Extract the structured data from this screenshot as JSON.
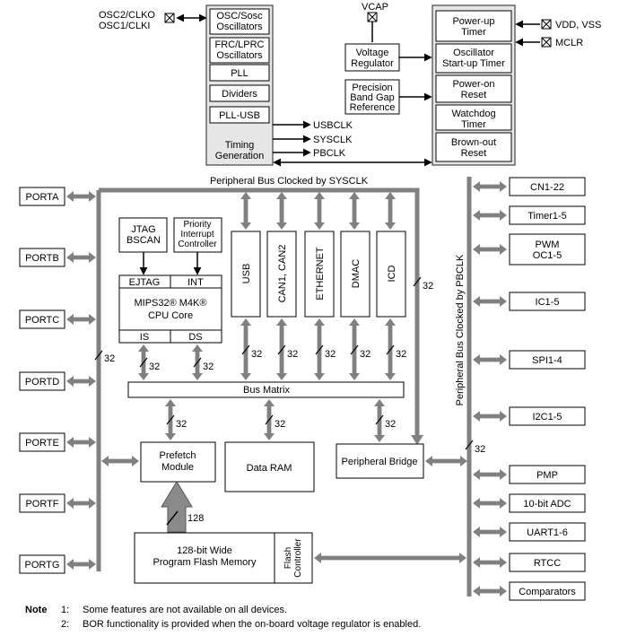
{
  "clock": {
    "osc_pins": [
      "OSC2/CLKO",
      "OSC1/CLKI"
    ],
    "blocks": [
      "OSC/Sosc Oscillators",
      "FRC/LPRC Oscillators",
      "PLL",
      "Dividers",
      "PLL-USB",
      "Timing Generation"
    ],
    "outputs": [
      "USBCLK",
      "SYSCLK",
      "PBCLK"
    ]
  },
  "power": {
    "vcap": "VCAP",
    "voltage_regulator": "Voltage Regulator",
    "precision_ref": "Precision Band Gap Reference",
    "pins": [
      "VDD, VSS",
      "MCLR"
    ],
    "blocks": [
      "Power-up Timer",
      "Oscillator Start-up Timer",
      "Power-on Reset",
      "Watchdog Timer",
      "Brown-out Reset"
    ]
  },
  "buses": {
    "peripheral_sysclk": "Peripheral Bus Clocked by SYSCLK",
    "peripheral_pbclk": "Peripheral Bus Clocked by PBCLK",
    "bus_matrix": "Bus Matrix"
  },
  "ports": [
    "PORTA",
    "PORTB",
    "PORTC",
    "PORTD",
    "PORTE",
    "PORTF",
    "PORTG"
  ],
  "core": {
    "jtag": "JTAG BSCAN",
    "pic": "Priority Interrupt Controller",
    "ejtag": "EJTAG",
    "int": "INT",
    "cpu_line1": "MIPS32® M4K®",
    "cpu_line2": "CPU Core",
    "is": "IS",
    "ds": "DS"
  },
  "sys_peripherals": [
    "USB",
    "CAN1, CAN2",
    "ETHERNET",
    "DMAC",
    "ICD"
  ],
  "memory": {
    "prefetch": "Prefetch Module",
    "data_ram": "Data RAM",
    "peripheral_bridge": "Peripheral Bridge",
    "flash": "128-bit Wide Program Flash Memory",
    "flash_ctrl": "Flash Controller"
  },
  "pb_peripherals": [
    "CN1-22",
    "Timer1-5",
    "PWM OC1-5",
    "IC1-5",
    "SPI1-4",
    "I2C1-5",
    "PMP",
    "10-bit ADC",
    "UART1-6",
    "RTCC",
    "Comparators"
  ],
  "bus_widths": {
    "w32": "32",
    "w128": "128"
  },
  "notes": {
    "label": "Note",
    "items": [
      {
        "num": "1:",
        "text": "Some features are not available on all devices."
      },
      {
        "num": "2:",
        "text": "BOR functionality is provided when the on-board voltage regulator is enabled."
      }
    ]
  }
}
